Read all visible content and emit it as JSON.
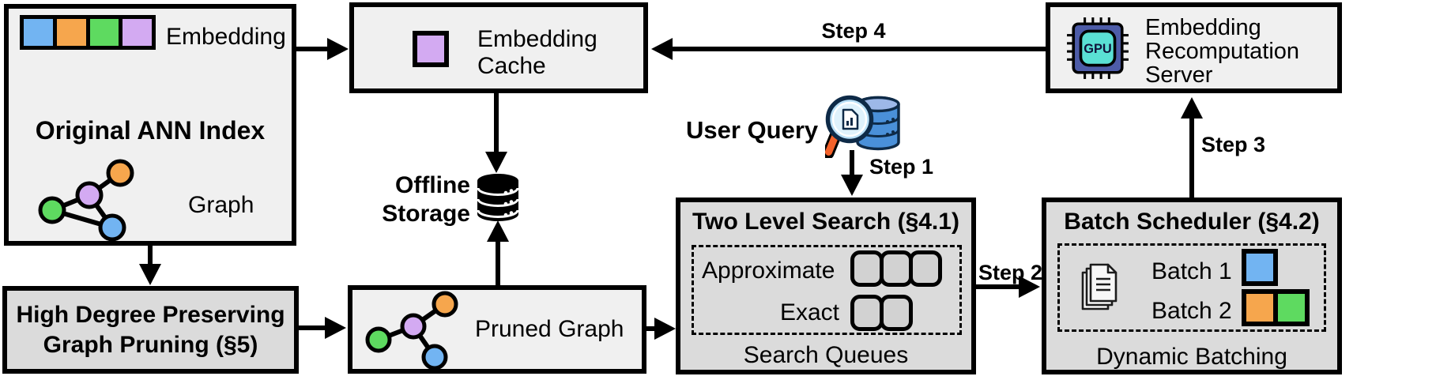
{
  "boxes": {
    "original_ann_index": {
      "title": "Original ANN Index",
      "embedding_label": "Embedding",
      "graph_label": "Graph"
    },
    "embedding_cache": {
      "label": "Embedding\nCache"
    },
    "recomputation_server": {
      "label": "Embedding\nRecomputation\nServer",
      "chip_label": "GPU"
    },
    "offline_storage": {
      "label": "Offline\nStorage"
    },
    "user_query": {
      "label": "User Query"
    },
    "two_level_search": {
      "title": "Two Level Search (§4.1)",
      "approximate_label": "Approximate",
      "exact_label": "Exact",
      "footer": "Search Queues"
    },
    "batch_scheduler": {
      "title": "Batch Scheduler (§4.2)",
      "batch1_label": "Batch 1",
      "batch2_label": "Batch 2",
      "footer": "Dynamic Batching"
    },
    "graph_pruning": {
      "title": "High Degree Preserving\nGraph Pruning (§5)"
    },
    "pruned_graph": {
      "label": "Pruned Graph"
    }
  },
  "steps": {
    "step1": "Step 1",
    "step2": "Step 2",
    "step3": "Step 3",
    "step4": "Step 4"
  },
  "colors": {
    "embedding_blue": "#72b4f2",
    "embedding_orange": "#f6a64d",
    "embedding_green": "#5eda60",
    "embedding_purple": "#d3aaf2",
    "box_light_fill": "#f0f0f0",
    "box_gray_fill": "#dbdbdb",
    "queue_slot_fill": "#d2d2d2",
    "gpu_chip_body": "#4d5ca8",
    "gpu_chip_screen": "#5ae0d4",
    "query_db_blue": "#4a90d9",
    "magnifier_lens_blue": "#b9e0f7",
    "magnifier_handle_orange": "#f4622a"
  }
}
